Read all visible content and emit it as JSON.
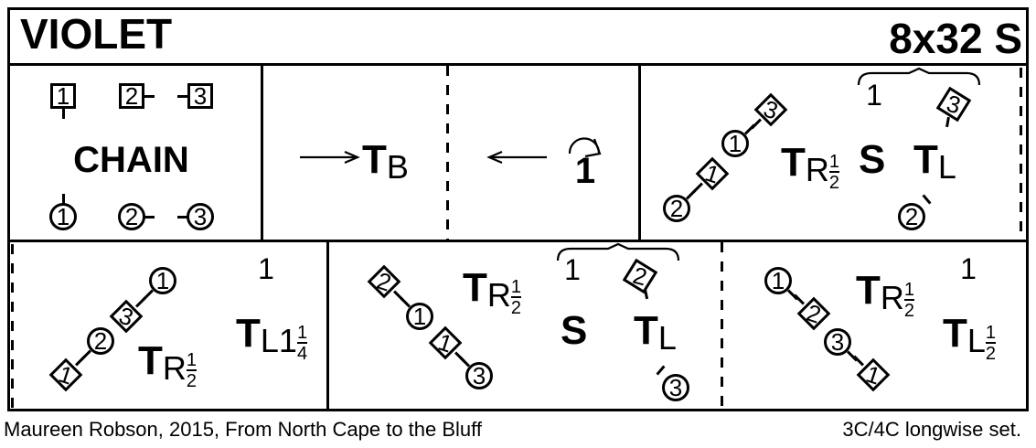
{
  "title": "VIOLET",
  "time_signature": "8x32 S",
  "footer": {
    "credit": "Maureen Robson, 2015, From North Cape to the Bluff",
    "set_type": "3C/4C longwise set."
  },
  "bars": {
    "chain": {
      "label": "CHAIN",
      "men": [
        "1",
        "2",
        "3"
      ],
      "women": [
        "1",
        "2",
        "3"
      ]
    },
    "back_to_back": {
      "t": "T",
      "sub": "B"
    },
    "turn_single": {
      "count": "1"
    },
    "corners1": {
      "diagonal": [
        "2",
        "1",
        "1",
        "3"
      ],
      "turn_right": {
        "t": "T",
        "sub": "R",
        "num": "1",
        "den": "2"
      },
      "bar_label": "1",
      "corner": "3",
      "set": "S",
      "turn_left": {
        "t": "T",
        "sub": "L"
      },
      "below": "2"
    },
    "left_diag": {
      "diagonal": [
        "1",
        "2",
        "3",
        "1"
      ],
      "bar_label": "1",
      "turn_right": {
        "t": "T",
        "sub": "R",
        "num": "1",
        "den": "2"
      },
      "turn_left": {
        "t": "T",
        "sub": "L1",
        "num": "1",
        "den": "4"
      }
    },
    "corners2": {
      "diagonal": [
        "2",
        "1",
        "1",
        "3"
      ],
      "turn_right": {
        "t": "T",
        "sub": "R",
        "num": "1",
        "den": "2"
      },
      "bar_label": "1",
      "corner": "2",
      "set": "S",
      "turn_left": {
        "t": "T",
        "sub": "L"
      },
      "below": "3"
    },
    "right_diag": {
      "diagonal": [
        "1",
        "2",
        "3",
        "1"
      ],
      "bar_label": "1",
      "turn_right": {
        "t": "T",
        "sub": "R",
        "num": "1",
        "den": "2"
      },
      "turn_left": {
        "t": "T",
        "sub": "L",
        "num": "1",
        "den": "2"
      }
    }
  }
}
